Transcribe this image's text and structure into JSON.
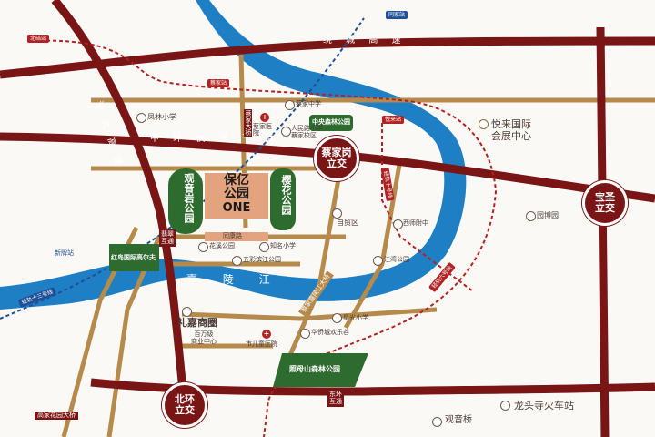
{
  "project": {
    "line1": "保亿",
    "line2": "公园",
    "line3": "ONE"
  },
  "parks": {
    "guanyinyan": "观音岩公园",
    "yinghua": "樱花公园",
    "zhaomushan": "照母山森林公园",
    "hongshan": "红岛国际高尔夫",
    "zhongdun": "中央森林公园"
  },
  "hubs": {
    "caijiagang": [
      "蔡家岗",
      "立交"
    ],
    "baosheng": [
      "宝圣",
      "立交"
    ],
    "beihuan": [
      "北环",
      "立交"
    ],
    "cuiyun": [
      "翡翠",
      "互通"
    ],
    "dongfeng": [
      "东环",
      "互通"
    ]
  },
  "roads": {
    "expressway": "绕 城 高 速",
    "zhonghuan": "中 环 快 速 干 道",
    "yuwu": "渝 武 高 速",
    "jialing": "嘉 陵 江"
  },
  "pois": {
    "fenglin": "凤林小学",
    "jiwuyuan": "蔡家医院",
    "jiazhong": "蔡家中学",
    "renmin": "人民路小学\n蔡家校区",
    "yuexiang": "悦来国际\n会展中心",
    "yuebo": "园博园",
    "zimao": "自贸区",
    "xiyan": "西师附中",
    "huaxi": "花溪公园",
    "zhizhi": "知名小学",
    "wucai": "五彩滨江公园",
    "jiangwan": "江湾公园",
    "lijia": "礼嘉商圈",
    "baiwan": "百万级\n商业中心",
    "ertong": "市儿童医院",
    "xingguang": "星光小学",
    "huaqiao": "华侨城欢乐谷",
    "longtou": "龙头寺火车站",
    "guanyinqiao": "观音桥",
    "zhihe": "同康路"
  },
  "metro": {
    "line6": "轻轨六号线",
    "line10": "轻轨十号线",
    "line13": "轻轨十三号线",
    "caijia": "蔡家站",
    "xinpai": "新牌站",
    "tongjia": "同家站",
    "beipei": "北碚站",
    "yuelai": "悦来站"
  },
  "bridges": {
    "caijia_bridge": "蔡家大桥",
    "gaojia": "高家花园大桥",
    "caijia2": "蔡家嘉陵江大桥"
  },
  "colors": {
    "road_main": "#7a1515",
    "road_secondary": "#b8860b",
    "river": "#1f7fc4",
    "park": "#2e6b2e",
    "project": "#e3a37e",
    "metro_red": "#b22222",
    "metro_blue": "#1f4f96"
  }
}
